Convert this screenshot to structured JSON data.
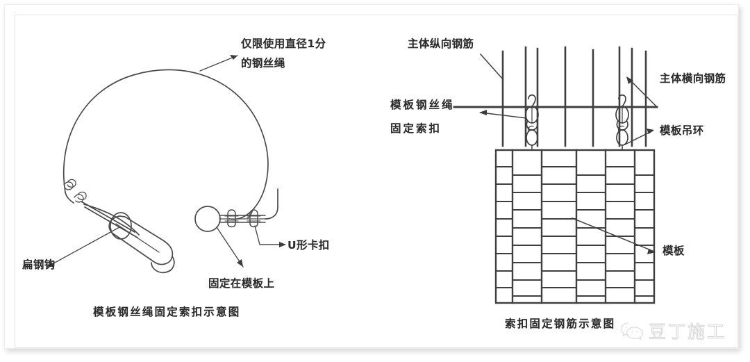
{
  "image": {
    "kind": "construction-detail-drawing",
    "background_color": "#ffffff",
    "line_color": "#3b3b3b"
  },
  "left_diagram": {
    "caption": "模板钢丝绳固定索扣示意图",
    "labels": {
      "wire_rope": "仅限使用直径1分\n的钢丝绳",
      "wire_rope_line1": "仅限使用直径1分",
      "wire_rope_line2": "的钢丝绳",
      "flat_steel_hook": "扁钢钩",
      "fixed_on_formwork": "固定在模板上",
      "u_clamp": "U形卡扣"
    }
  },
  "right_diagram": {
    "caption": "索扣固定钢筋示意图",
    "labels": {
      "main_vertical_rebar": "主体纵向钢筋",
      "main_horizontal_rebar": "主体横向钢筋",
      "formwork_rope_anchor_line1": "模板钢丝绳",
      "formwork_rope_anchor_line2": "固定索扣",
      "formwork_lifting_ring": "模板吊环",
      "formwork": "模板"
    }
  },
  "watermark": {
    "text": "豆丁施工",
    "icon": "wechat-icon"
  }
}
